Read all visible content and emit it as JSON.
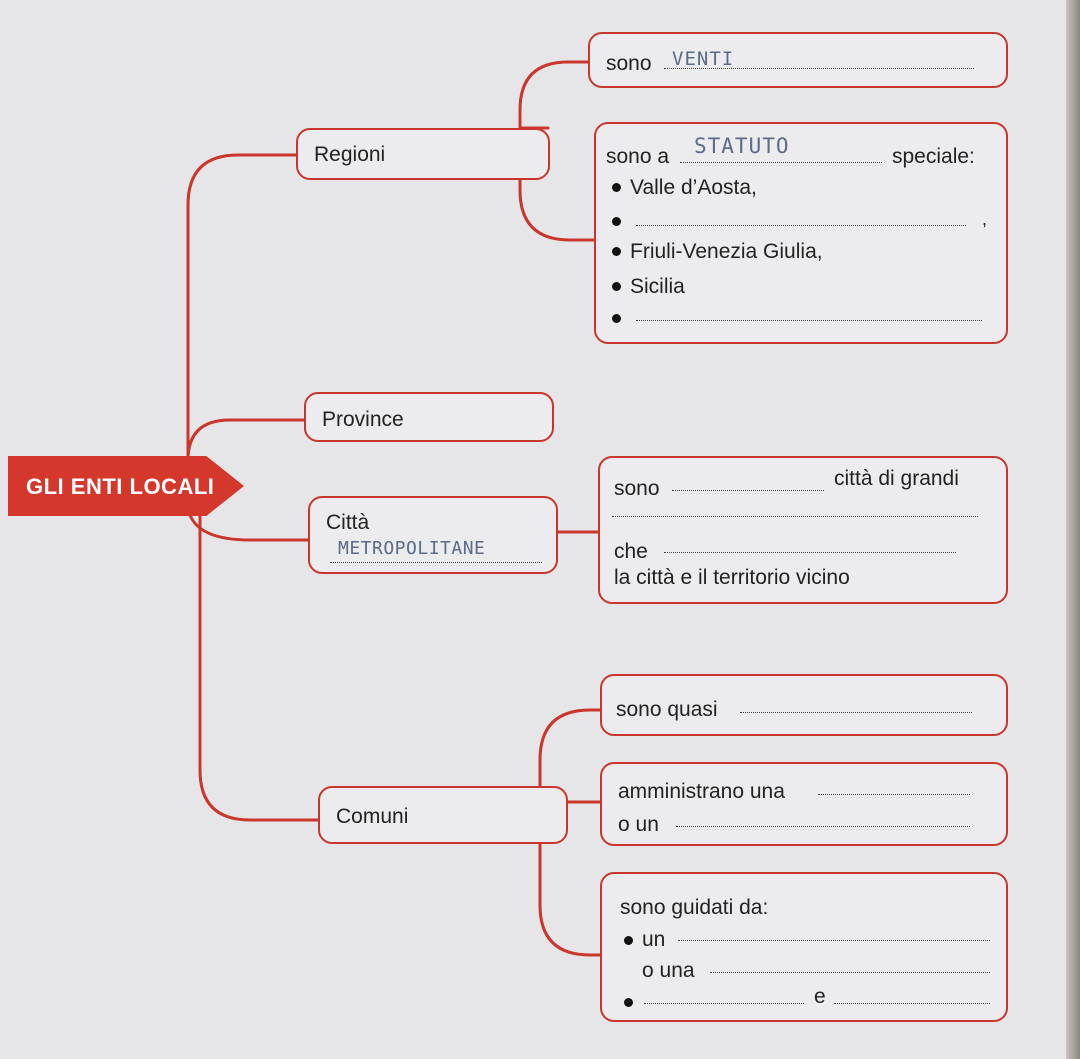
{
  "root": {
    "label": "GLI ENTI LOCALI"
  },
  "branches": {
    "regioni": "Regioni",
    "province": "Province",
    "citta": "Città",
    "comuni": "Comuni"
  },
  "regioni": {
    "box1": {
      "prefix": "sono",
      "handwritten": "VENTI"
    },
    "box2": {
      "prefix": "sono a",
      "handwritten": "STATUTO",
      "suffix": "speciale:",
      "items": [
        "Valle d’Aosta,",
        "",
        "Friuli-Venezia Giulia,",
        "Sicilia",
        ""
      ],
      "comma": ","
    }
  },
  "citta": {
    "handwritten": "METROPOLITANE",
    "box": {
      "line1_prefix": "sono",
      "line1_suffix": "città di grandi",
      "line3_prefix": "che",
      "line4": "la città e il territorio vicino"
    }
  },
  "comuni": {
    "box1": {
      "text": "sono quasi"
    },
    "box2": {
      "line1": "amministrano una",
      "line2": "o un"
    },
    "box3": {
      "title": "sono guidati da:",
      "line1": "un",
      "line2": "o una",
      "line3_mid": "e"
    }
  },
  "colors": {
    "accent": "#d4372b",
    "border": "#c9362b",
    "handwriting": "#5a6c86"
  }
}
